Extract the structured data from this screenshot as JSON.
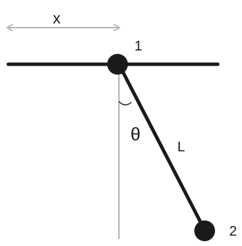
{
  "labels": {
    "x": "x",
    "pivot_number": "1",
    "bob_number": "2",
    "angle": "θ",
    "length": "L"
  },
  "colors": {
    "ink": "#1a1a1a",
    "arrow": "#b5b5b5",
    "vertical_line": "#9a9a9a",
    "background": "#ffffff"
  }
}
